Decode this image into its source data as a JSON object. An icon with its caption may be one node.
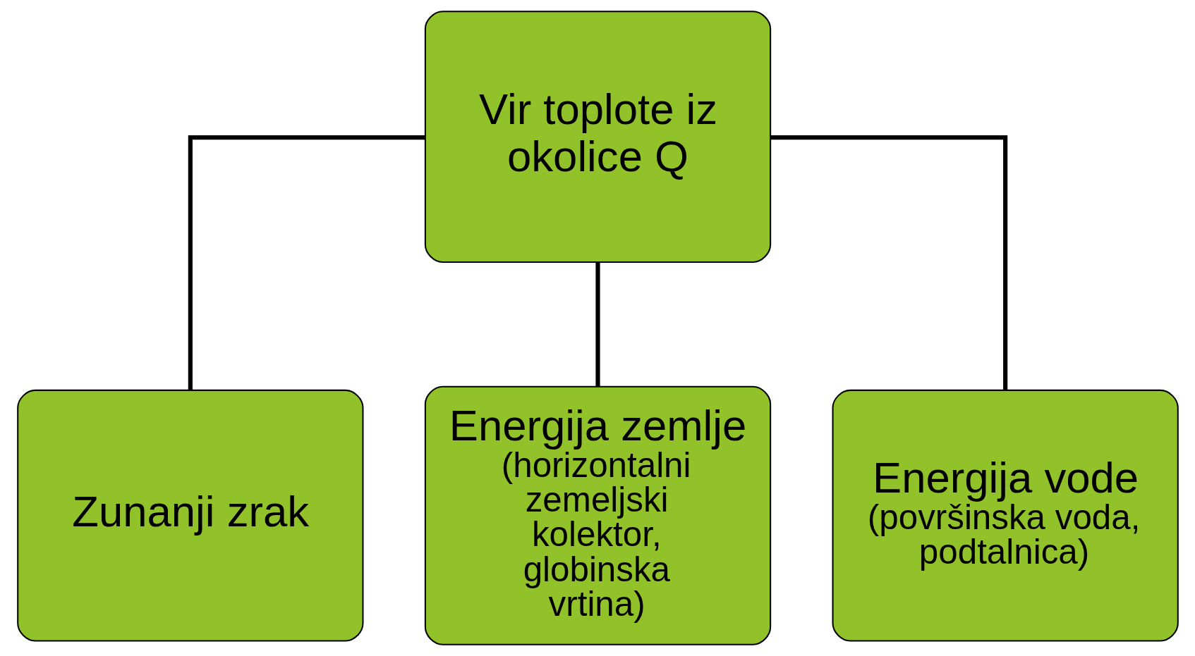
{
  "diagram": {
    "nodes": [
      {
        "text": [
          "Vir toplote iz okolice Q"
        ]
      },
      {
        "text": [
          "Zunanji zrak"
        ]
      },
      {
        "text": [
          "Energija zemlje",
          "(horizontalni zemeljski kolektor, globinska vrtina)"
        ]
      },
      {
        "text": [
          "Energija vode",
          "(površinska voda, podtalnica)"
        ]
      }
    ],
    "edges": [
      {
        "from": 0,
        "to": 1,
        "arrow": "none"
      },
      {
        "from": 0,
        "to": 2,
        "arrow": "none"
      },
      {
        "from": 0,
        "to": 3,
        "arrow": "none"
      }
    ]
  }
}
